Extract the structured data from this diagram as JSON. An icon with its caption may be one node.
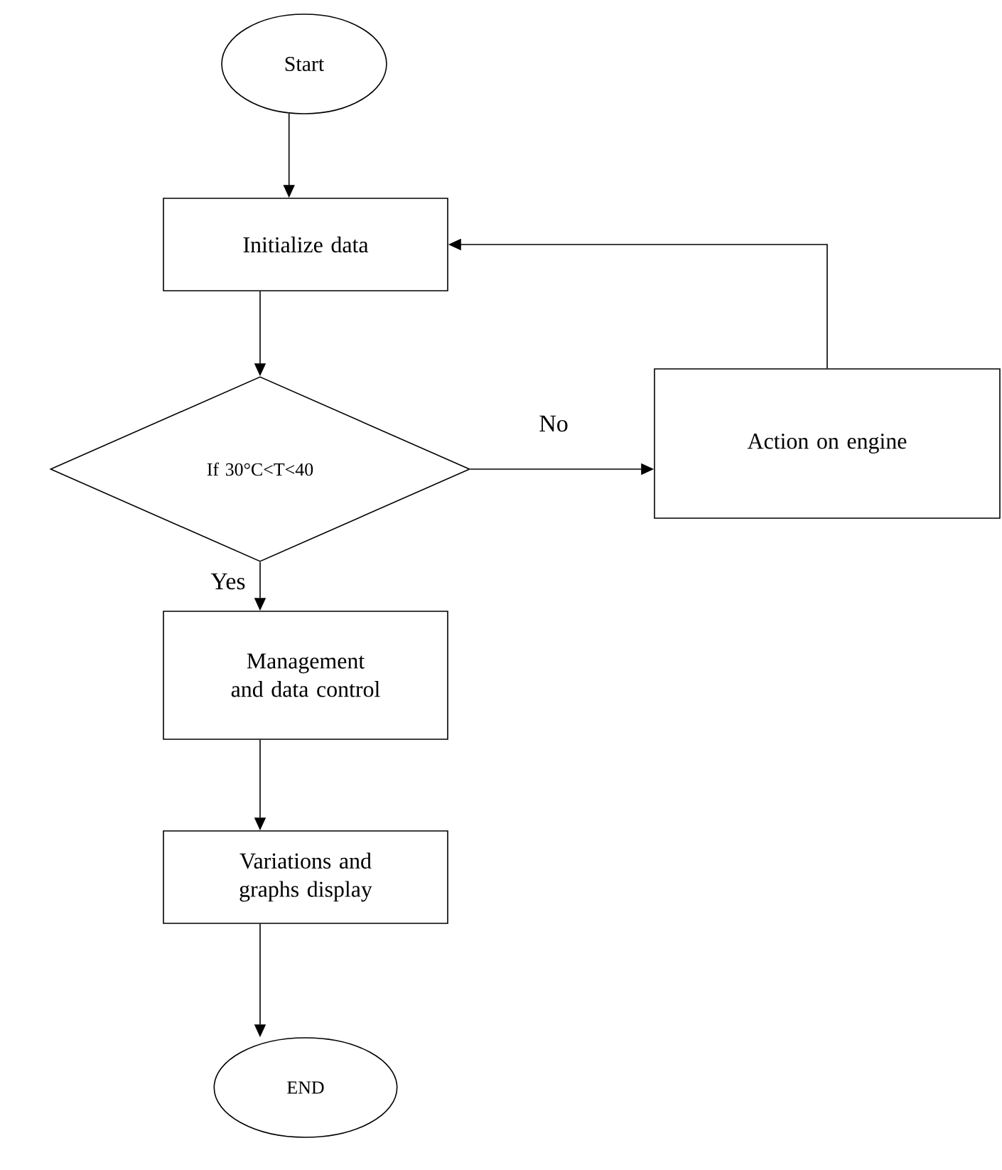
{
  "diagram": {
    "nodes": [
      {
        "text": [
          "Start"
        ]
      },
      {
        "text": [
          "Initialize data"
        ]
      },
      {
        "text": [
          "If 30°C<T<40"
        ]
      },
      {
        "text": [
          "Action on engine"
        ]
      },
      {
        "text": [
          "Management and data control"
        ]
      },
      {
        "text": [
          "Variations and graphs display"
        ]
      },
      {
        "text": [
          "END"
        ]
      }
    ],
    "edges": [
      {
        "from": 0,
        "to": 1,
        "arrow": "to"
      },
      {
        "from": 1,
        "to": 2,
        "arrow": "to"
      },
      {
        "from": 2,
        "to": 3,
        "arrow": "to",
        "label": "No"
      },
      {
        "from": 3,
        "to": 1,
        "arrow": "to"
      },
      {
        "from": 2,
        "to": 4,
        "arrow": "to",
        "label": "Yes"
      },
      {
        "from": 4,
        "to": 5,
        "arrow": "to"
      },
      {
        "from": 5,
        "to": 6,
        "arrow": "to"
      }
    ]
  }
}
